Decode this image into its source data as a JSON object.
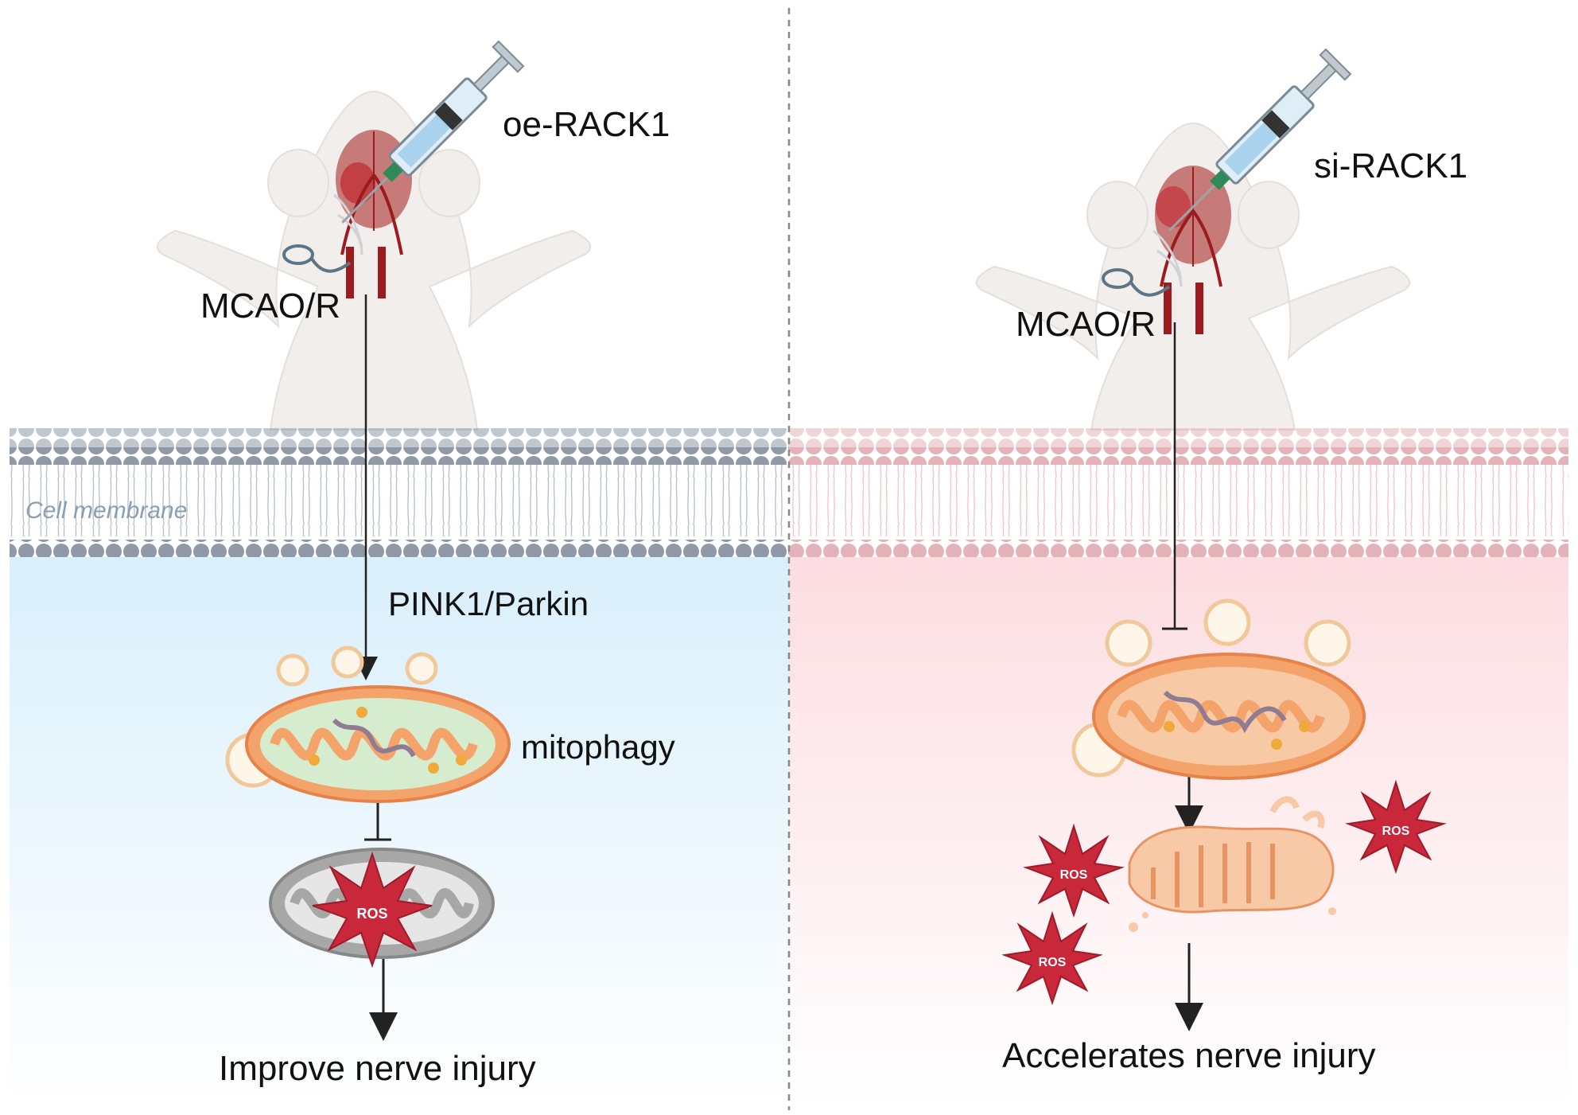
{
  "left_panel": {
    "treatment": "oe-RACK1",
    "model": "MCAO/R",
    "membrane": "Cell membrane",
    "pathway": "PINK1/Parkin",
    "process": "mitophagy",
    "ros": "ROS",
    "outcome": "Improve nerve injury"
  },
  "right_panel": {
    "treatment": "si-RACK1",
    "model": "MCAO/R",
    "ros": "ROS",
    "outcome": "Accelerates nerve injury"
  },
  "colors": {
    "left_cytoplasm": "#dff1fb",
    "right_cytoplasm": "#fde3e6",
    "left_membrane": "#8f9aa6",
    "right_membrane": "#e8b9bd",
    "mitochondria": "#f4a36b",
    "mito_inner_healthy": "#d6eccf",
    "damaged_mito": "#a7a7a7",
    "ros": "#c8283a",
    "vessel": "#9b1b1f"
  }
}
